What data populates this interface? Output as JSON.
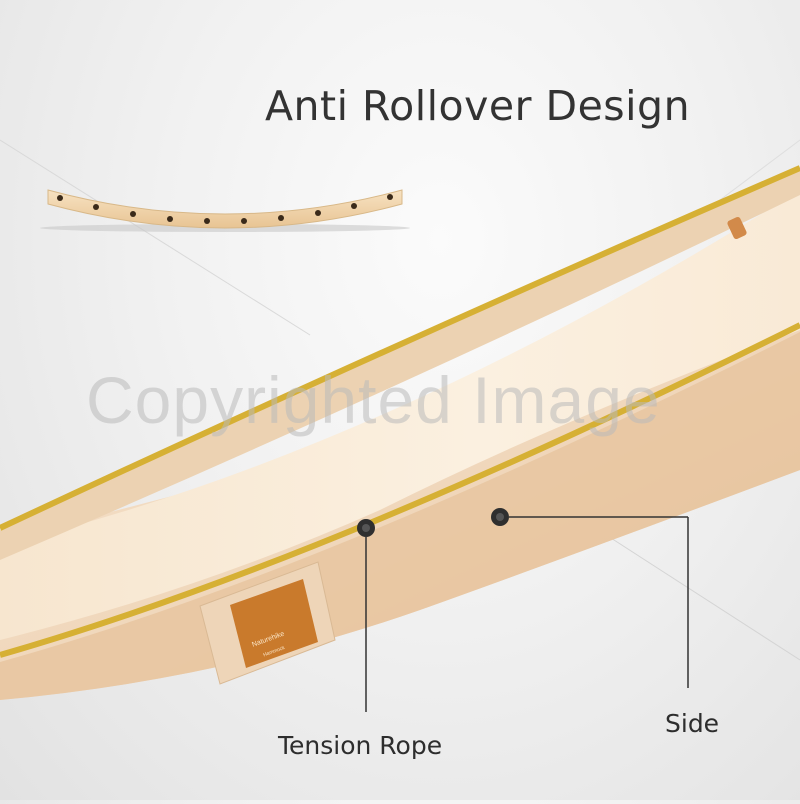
{
  "title": "Anti Rollover Design",
  "watermark": "Copyrighted Image",
  "callouts": {
    "tension_rope": "Tension Rope",
    "side": "Side"
  },
  "product": {
    "tag_brand_text": "Naturehike",
    "tag_sub_text": "Hammock"
  },
  "colors": {
    "accent_gold": "#d6b034",
    "fabric": "#f0dcc4",
    "fabric_shadow": "#e2c6a6",
    "tag": "#c97a2c",
    "wood": "#f2d6ae"
  }
}
